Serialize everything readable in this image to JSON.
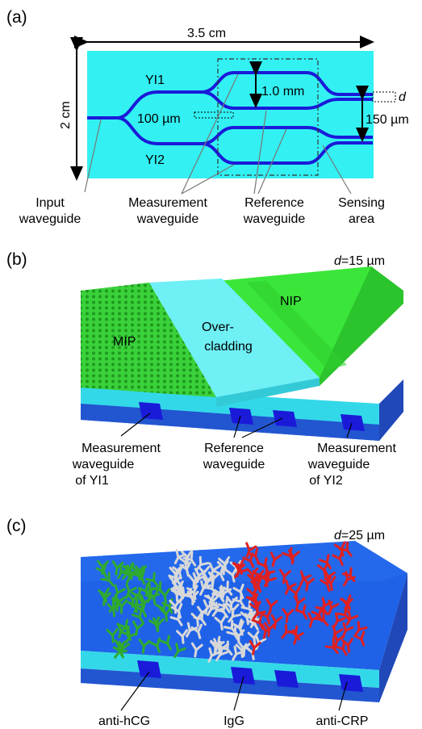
{
  "panel_a": {
    "label": "(a)",
    "width_label": "3.5 cm",
    "height_label": "2 cm",
    "yi1": "YI1",
    "yi2": "YI2",
    "sep_100": "100 µm",
    "sep_1mm": "1.0 mm",
    "d_label": "d",
    "sep_150": "150 µm",
    "callouts": {
      "input_1": "Input",
      "input_2": "waveguide",
      "meas_1": "Measurement",
      "meas_2": "waveguide",
      "ref_1": "Reference",
      "ref_2": "waveguide",
      "sense_1": "Sensing",
      "sense_2": "area"
    },
    "colors": {
      "substrate": "#33f0f2",
      "waveguide": "#1a1ad9"
    }
  },
  "panel_b": {
    "label": "(b)",
    "d_italic": "d",
    "d_value": "=15 µm",
    "mip": "MIP",
    "overclad_1": "Over-",
    "overclad_2": "cladding",
    "nip": "NIP",
    "callouts": {
      "meas1_1": "Measurement",
      "meas1_2": "waveguide",
      "meas1_3": "of YI1",
      "ref_1": "Reference",
      "ref_2": "waveguide",
      "meas2_1": "Measurement",
      "meas2_2": "waveguide",
      "meas2_3": "of YI2"
    },
    "colors": {
      "mip": "#3ad13a",
      "overclad": "#6ff0f5",
      "nip": "#3ae63a",
      "base": "#2a6fe0"
    }
  },
  "panel_c": {
    "label": "(c)",
    "d_italic": "d",
    "d_value": "=25 µm",
    "callouts": {
      "anti_hcg": "anti-hCG",
      "igg": "IgG",
      "anti_crp": "anti-CRP"
    },
    "colors": {
      "anti_hcg": "#2faa2f",
      "igg": "#d8d8d8",
      "anti_crp": "#e02020",
      "base": "#1f62e8"
    }
  }
}
